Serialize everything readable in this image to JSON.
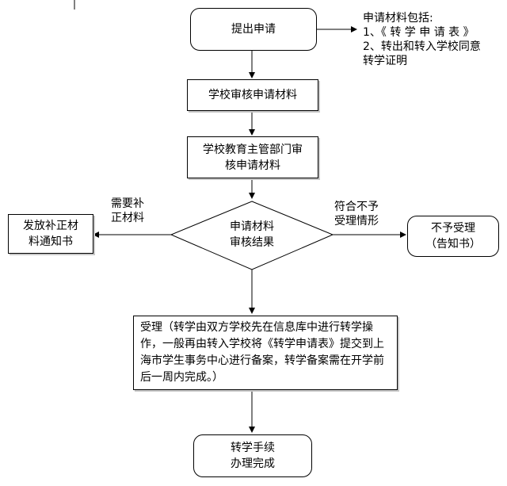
{
  "nodes": {
    "start": "提出申请",
    "school_review": "学校审核申请材料",
    "edu_review": [
      "学校教育主管部门审",
      "核申请材料"
    ],
    "decision": [
      "申请材料",
      "审核结果"
    ],
    "supplement": [
      "发放补正材",
      "料通知书"
    ],
    "reject": [
      "不予受理",
      "（告知书）"
    ],
    "accept": "受理（转学由双方学校先在信息库中进行转学操作，一般再由转入学校将《转学申请表》提交到上海市学生事务中心进行备案，转学备案需在开学前后一周内完成。）",
    "end": [
      "转学手续",
      "办理完成"
    ]
  },
  "note": {
    "title": "申请材料包括:",
    "items": [
      "1、《 转 学 申 请 表 》",
      "2、转出和转入学校同意",
      "转学证明"
    ]
  },
  "edge_labels": {
    "left": [
      "需要补",
      "正材料"
    ],
    "right": [
      "符合不予",
      "受理情形"
    ]
  }
}
